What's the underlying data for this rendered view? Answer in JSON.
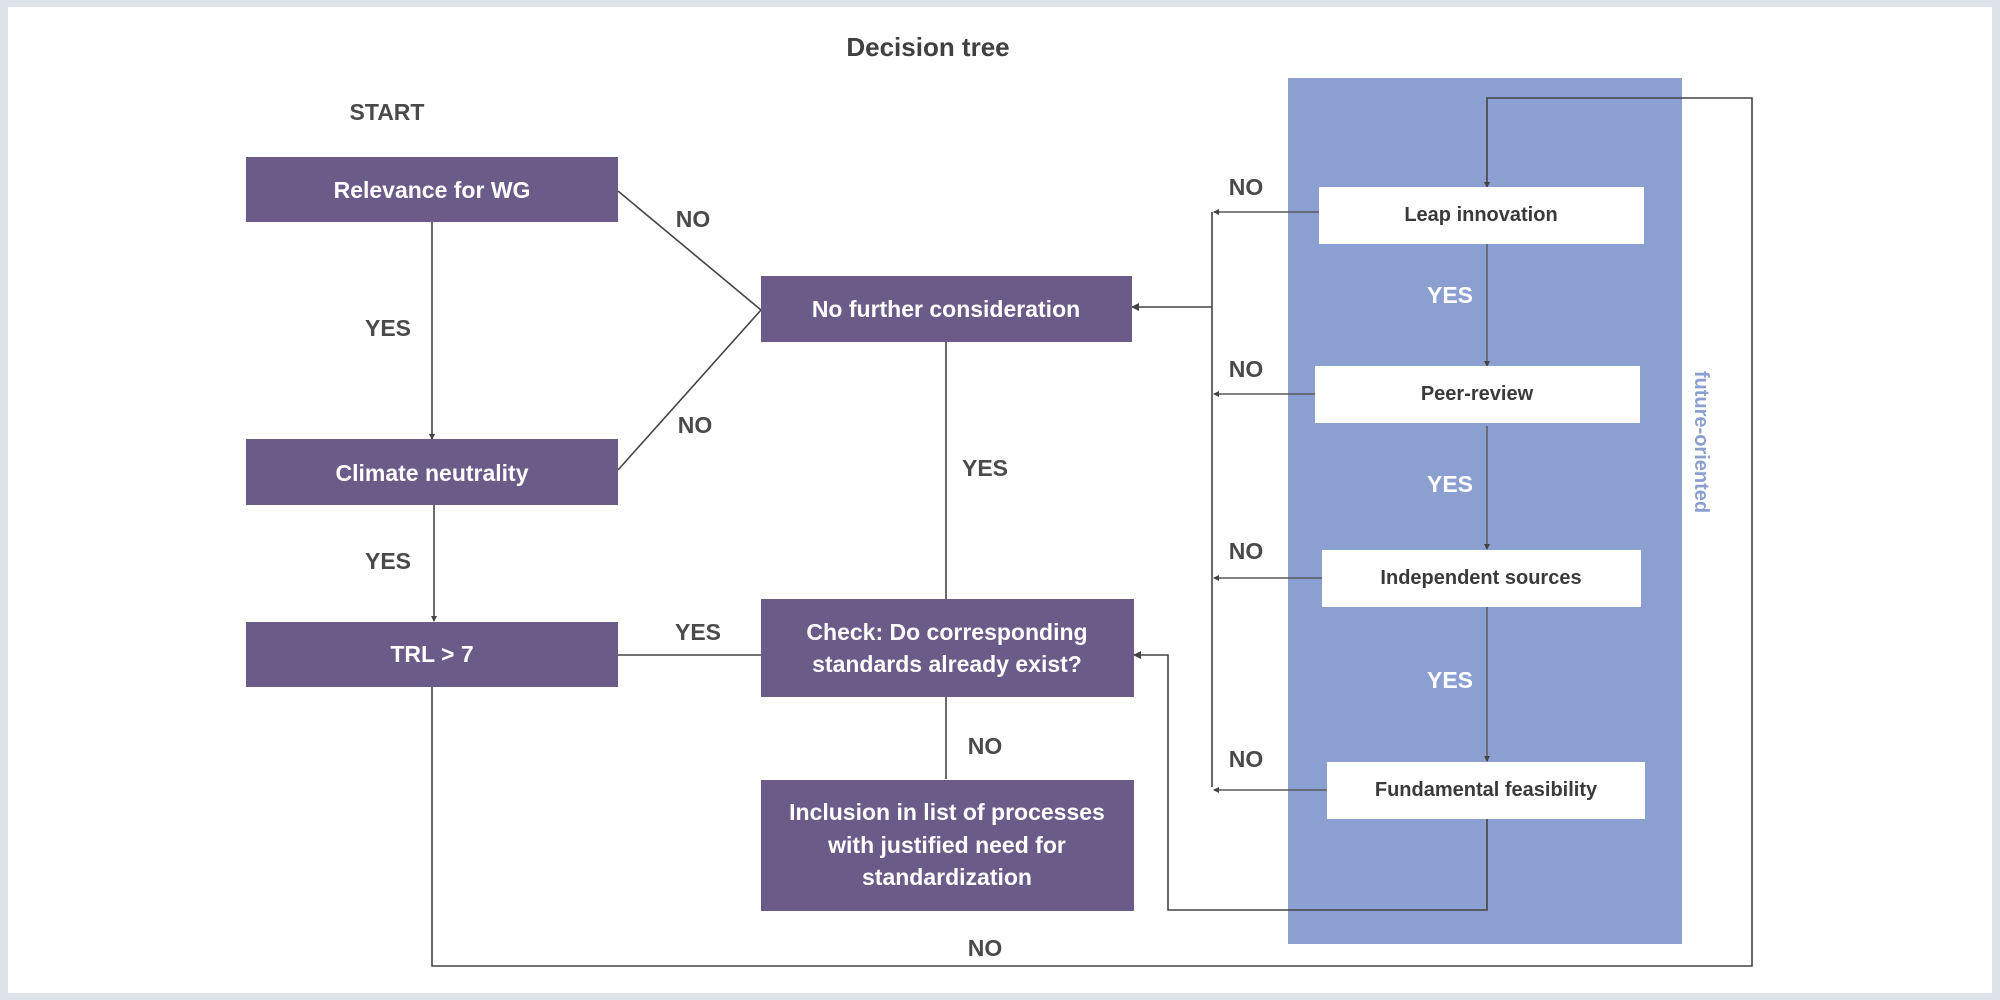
{
  "title": "Decision tree",
  "start_label": "START",
  "nodes": {
    "relevance": "Relevance for WG",
    "climate": "Climate neutrality",
    "trl": "TRL > 7",
    "no_further": "No further consideration",
    "check": [
      "Check: Do corresponding",
      "standards already exist?"
    ],
    "inclusion": [
      "Inclusion in list of processes",
      "with justified need for",
      "standardization"
    ],
    "leap": "Leap innovation",
    "peer": "Peer-review",
    "independent": "Independent sources",
    "fundamental": "Fundamental feasibility"
  },
  "band_label": "future-oriented",
  "edge_labels": {
    "relevance_no": "NO",
    "relevance_yes": "YES",
    "climate_no": "NO",
    "climate_yes": "YES",
    "trl_yes": "YES",
    "trl_no": "NO",
    "check_yes": "YES",
    "check_no": "NO",
    "leap_no": "NO",
    "leap_yes": "YES",
    "peer_no": "NO",
    "peer_yes": "YES",
    "independent_no": "NO",
    "independent_yes": "YES",
    "fundamental_no": "NO"
  },
  "colors": {
    "node_fill": "#6b5b88",
    "band_fill": "#8c9fd1",
    "connector": "#444444",
    "label_text": "#4a4a4a"
  }
}
